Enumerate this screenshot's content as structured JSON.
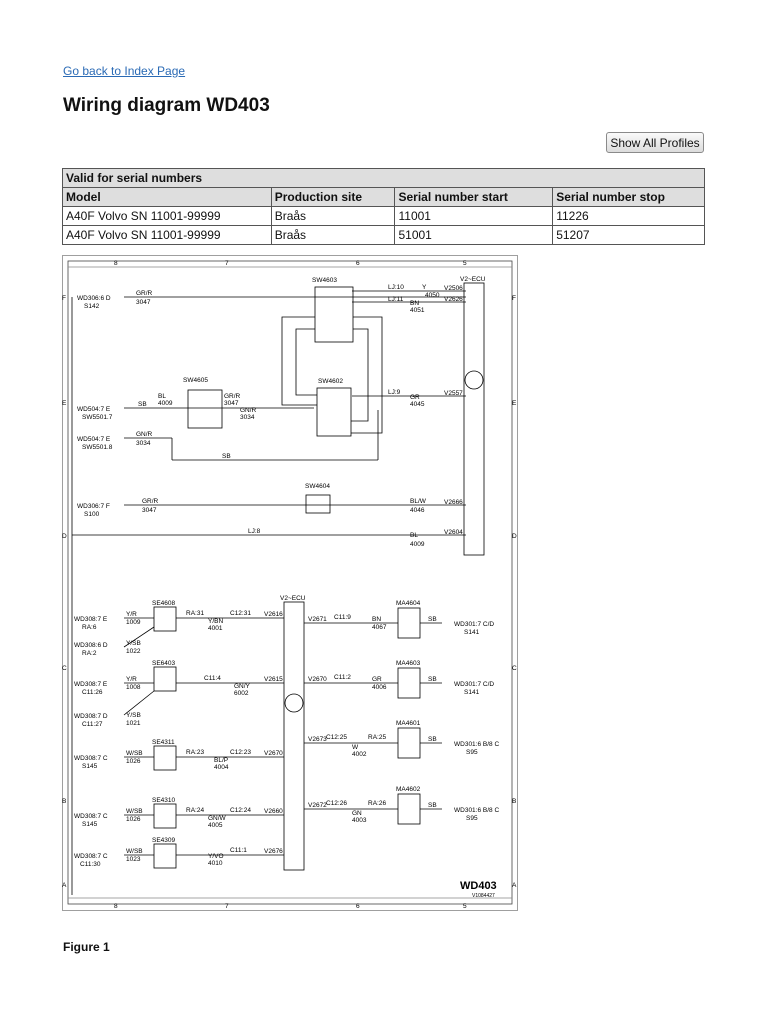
{
  "nav": {
    "back_link": "Go back to Index Page"
  },
  "page": {
    "title": "Wiring diagram WD403",
    "figure_caption": "Figure 1"
  },
  "toolbar": {
    "show_profiles_label": "Show All Profiles"
  },
  "serial_table": {
    "caption": "Valid for serial numbers",
    "headers": [
      "Model",
      "Production site",
      "Serial number start",
      "Serial number stop"
    ],
    "rows": [
      [
        "A40F Volvo SN 11001-99999",
        "Braås",
        "11001",
        "11226"
      ],
      [
        "A40F Volvo SN 11001-99999",
        "Braås",
        "51001",
        "51207"
      ]
    ]
  },
  "diagram": {
    "id_label": "WD403",
    "id_sub": "V1084427",
    "columns": [
      "8",
      "7",
      "6",
      "5"
    ],
    "rows_left": [
      "F",
      "E",
      "D",
      "C",
      "B",
      "A"
    ],
    "rows_right": [
      "F",
      "E",
      "D",
      "C",
      "B",
      "A"
    ],
    "ecu_top": "V2~ECU",
    "ecu_bottom": "V2~ECU",
    "left_refs": [
      [
        "WD306:6 D",
        "S142"
      ],
      [
        "WD504:7 E",
        "SW5501.7"
      ],
      [
        "WD504:7 E",
        "SW5501.8"
      ],
      [
        "WD306:7 F",
        "S100"
      ],
      [
        "WD308:7 E",
        "RA:6"
      ],
      [
        "WD308:6 D",
        "RA:2"
      ],
      [
        "WD308:7 E",
        "C11:26"
      ],
      [
        "WD308:7 D",
        "C11:27"
      ],
      [
        "WD308:7 C",
        "S145"
      ],
      [
        "WD308:7 C",
        "S145"
      ],
      [
        "WD308:7 C",
        "C11:30"
      ]
    ],
    "switches": [
      "SW4603",
      "SW4605",
      "SW4602",
      "SW4604"
    ],
    "sensors": [
      "SE4608",
      "SE6403",
      "SE4311",
      "SE4310",
      "SE4309"
    ],
    "magnets": [
      "MA4604",
      "MA4603",
      "MA4601",
      "MA4602"
    ],
    "right_refs": [
      [
        "WD301:7 C/D",
        "S141"
      ],
      [
        "WD301:7 C/D",
        "S141"
      ],
      [
        "WD301:6 B/8 C",
        "S95"
      ],
      [
        "WD301:6 B/8 C",
        "S95"
      ]
    ],
    "top_wires": [
      [
        "GR/R",
        "3047"
      ],
      [
        "SB",
        ""
      ],
      [
        "GN/R",
        "3034"
      ],
      [
        "SB",
        ""
      ],
      [
        "GR/R",
        "3047"
      ],
      [
        "BL",
        "4009"
      ],
      [
        "GR/R",
        "3047"
      ],
      [
        "GN/R",
        "3034"
      ]
    ],
    "ecu_pins_top": [
      "V2506",
      "V2626",
      "V2557",
      "V2666",
      "V2604"
    ],
    "top_connectors": [
      "LJ:10",
      "LJ:11",
      "LJ:9",
      "LJ:8"
    ],
    "top_colors": [
      [
        "Y",
        "4050"
      ],
      [
        "BN",
        "4051"
      ],
      [
        "GR",
        "4045"
      ],
      [
        "BL/W",
        "4046"
      ],
      [
        "BL",
        "4009"
      ]
    ],
    "bottom_connectors": [
      "RA:31",
      "C12:31",
      "C11:4",
      "RA:23",
      "C12:23",
      "RA:24",
      "C12:24",
      "C11:1"
    ],
    "bottom_colors": [
      [
        "Y/BN",
        "4001"
      ],
      [
        "GN/Y",
        "6002"
      ],
      [
        "BL/P",
        "4004"
      ],
      [
        "GN/W",
        "4005"
      ],
      [
        "Y/VO",
        "4010"
      ]
    ],
    "left_wire_colors": [
      [
        "Y/R",
        "1009"
      ],
      [
        "Y/SB",
        "1022"
      ],
      [
        "Y/R",
        "1008"
      ],
      [
        "Y/SB",
        "1021"
      ],
      [
        "W/SB",
        "1026"
      ],
      [
        "W/SB",
        "1026"
      ],
      [
        "W/SB",
        "1023"
      ]
    ],
    "ecu_pins_bottom": [
      "V2616",
      "V2615",
      "V2670",
      "V2660",
      "V2676"
    ],
    "ecu_pins_out": [
      "V2671",
      "V2670",
      "V2673",
      "V2672"
    ],
    "out_connectors": [
      "C11:9",
      "C11:2",
      "C12:25",
      "RA:25",
      "C12:26",
      "RA:26"
    ],
    "out_colors": [
      [
        "BN",
        "4067"
      ],
      [
        "GR",
        "4006"
      ],
      [
        "W",
        "4002"
      ],
      [
        "GN",
        "4003"
      ]
    ],
    "sb_label": "SB"
  }
}
